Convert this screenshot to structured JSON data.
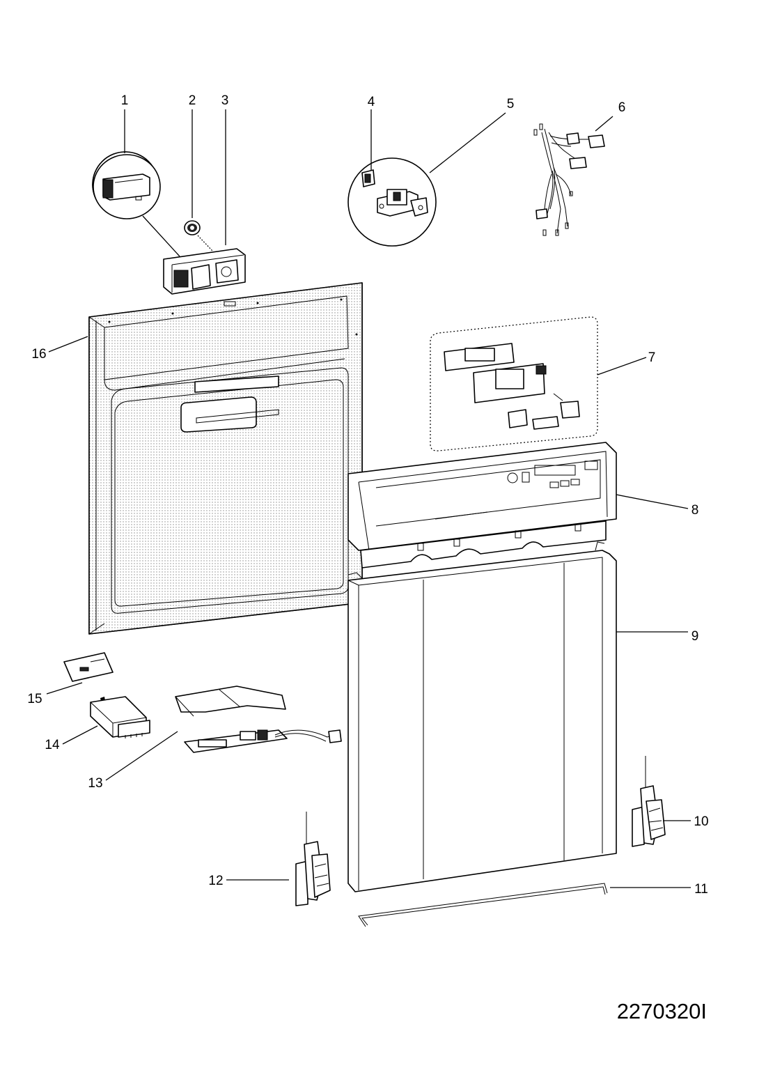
{
  "diagram_code": "2270320I",
  "callouts": [
    {
      "id": "1",
      "text": "1"
    },
    {
      "id": "2",
      "text": "2"
    },
    {
      "id": "3",
      "text": "3"
    },
    {
      "id": "4",
      "text": "4"
    },
    {
      "id": "5",
      "text": "5"
    },
    {
      "id": "6",
      "text": "6"
    },
    {
      "id": "7",
      "text": "7"
    },
    {
      "id": "8",
      "text": "8"
    },
    {
      "id": "9",
      "text": "9"
    },
    {
      "id": "10",
      "text": "10"
    },
    {
      "id": "11",
      "text": "11"
    },
    {
      "id": "12",
      "text": "12"
    },
    {
      "id": "13",
      "text": "13"
    },
    {
      "id": "14",
      "text": "14"
    },
    {
      "id": "15",
      "text": "15"
    },
    {
      "id": "16",
      "text": "16"
    }
  ]
}
